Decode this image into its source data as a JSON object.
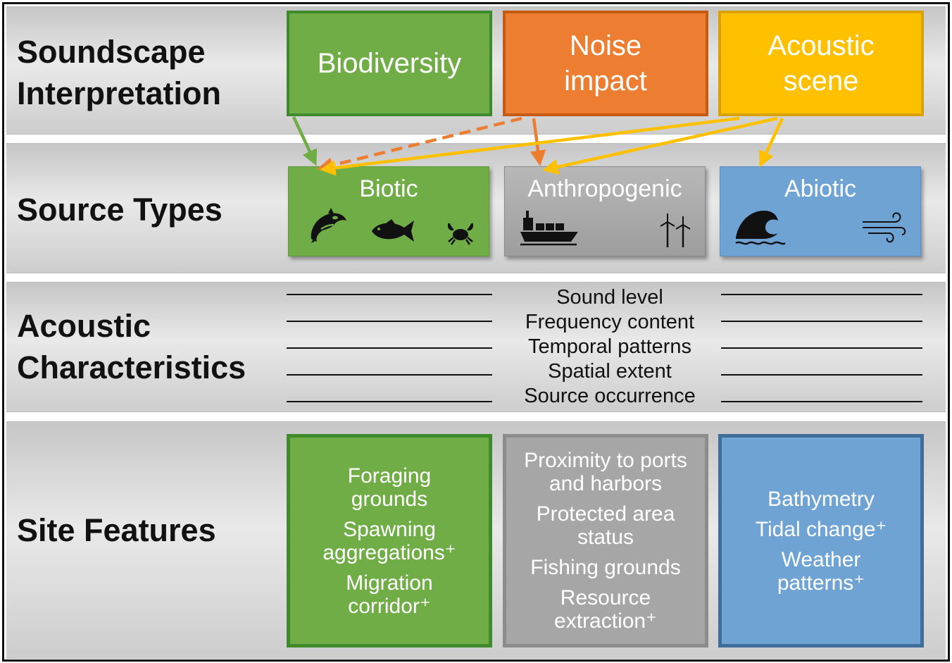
{
  "rows": {
    "interpretation": {
      "label_lines": [
        "Soundscape",
        "Interpretation"
      ]
    },
    "source_types": {
      "label_lines": [
        "Source Types"
      ]
    },
    "acoustic": {
      "label_lines": [
        "Acoustic",
        "Characteristics"
      ]
    },
    "site": {
      "label_lines": [
        "Site Features"
      ]
    }
  },
  "interpretation_boxes": [
    {
      "lines": [
        "Biodiversity"
      ],
      "color": "#70ad47"
    },
    {
      "lines": [
        "Noise",
        "impact"
      ],
      "color": "#ed7d31"
    },
    {
      "lines": [
        "Acoustic",
        "scene"
      ],
      "color": "#ffc000"
    }
  ],
  "source_boxes": [
    {
      "title": "Biotic",
      "color": "#70ad47",
      "icons": [
        "orca-icon",
        "fish-icon",
        "crab-icon"
      ]
    },
    {
      "title": "Anthropogenic",
      "color": "#a6a6a6",
      "icons": [
        "ship-icon",
        "wind-turbine-icon"
      ]
    },
    {
      "title": "Abiotic",
      "color": "#6fa3d4",
      "icons": [
        "wave-icon",
        "wind-icon"
      ]
    }
  ],
  "characteristics": [
    "Sound level",
    "Frequency content",
    "Temporal patterns",
    "Spatial extent",
    "Source occurrence"
  ],
  "site_features": [
    {
      "items": [
        [
          "Foraging",
          "grounds"
        ],
        [
          "Spawning",
          "aggregations⁺"
        ],
        [
          "Migration",
          "corridor⁺"
        ]
      ]
    },
    {
      "items": [
        [
          "Proximity to ports",
          "and harbors"
        ],
        [
          "Protected area",
          "status"
        ],
        [
          "Fishing grounds"
        ],
        [
          "Resource",
          "extraction⁺"
        ]
      ]
    },
    {
      "items": [
        [
          "Bathymetry"
        ],
        [
          "Tidal change⁺"
        ],
        [
          "Weather",
          "patterns⁺"
        ]
      ]
    }
  ],
  "links": [
    {
      "from": "Biodiversity",
      "to": "Biotic",
      "style": "solid",
      "color": "#70ad47"
    },
    {
      "from": "Noise impact",
      "to": "Biotic",
      "style": "dashed",
      "color": "#ed7d31"
    },
    {
      "from": "Noise impact",
      "to": "Anthropogenic",
      "style": "solid",
      "color": "#ed7d31"
    },
    {
      "from": "Acoustic scene",
      "to": "Biotic",
      "style": "solid",
      "color": "#ffc000"
    },
    {
      "from": "Acoustic scene",
      "to": "Anthropogenic",
      "style": "solid",
      "color": "#ffc000"
    },
    {
      "from": "Acoustic scene",
      "to": "Abiotic",
      "style": "solid",
      "color": "#ffc000"
    }
  ]
}
